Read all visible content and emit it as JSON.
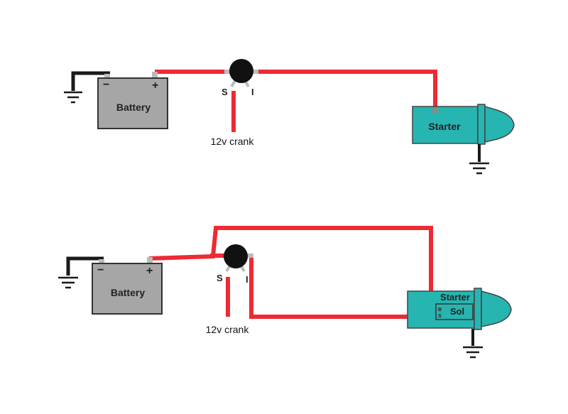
{
  "colors": {
    "wire": "#ee2a33",
    "ground": "#1a1a1a",
    "battery_fill": "#a6a6a6",
    "starter_fill": "#27b5b1",
    "solenoid_dot": "#111111",
    "terminal": "#bbbbbb"
  },
  "diagram_top": {
    "battery": {
      "label": "Battery",
      "neg_symbol": "−",
      "pos_symbol": "+"
    },
    "switch": {
      "s_label": "S",
      "i_label": "I"
    },
    "crank_label": "12v crank",
    "starter": {
      "label": "Starter"
    }
  },
  "diagram_bottom": {
    "battery": {
      "label": "Battery",
      "neg_symbol": "−",
      "pos_symbol": "+"
    },
    "switch": {
      "s_label": "S",
      "i_label": "I"
    },
    "crank_label": "12v crank",
    "starter": {
      "label": "Starter",
      "sol_label": "Sol",
      "b_label": "B",
      "s_label": "S"
    }
  }
}
